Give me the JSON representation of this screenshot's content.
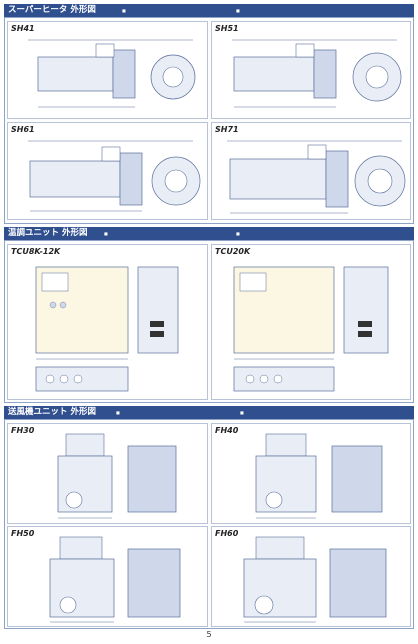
{
  "sections": [
    {
      "title": "スーパーヒータ 外形図",
      "note_left": "■",
      "note_right": "■"
    },
    {
      "title": "温調ユニット 外形図",
      "note_left": "■",
      "note_right": "■"
    },
    {
      "title": "送風機ユニット 外形図",
      "note_left": "■",
      "note_right": "■"
    }
  ],
  "heater_models": [
    "SH41",
    "SH51",
    "SH61",
    "SH71"
  ],
  "control_models": [
    "TCU8K-12K",
    "TCU20K"
  ],
  "blower_models": [
    "FH30",
    "FH40",
    "FH50",
    "FH60"
  ],
  "page_number": "5",
  "colors": {
    "band": "#2f4f8f",
    "line": "#5a6f99",
    "fill": "#e8edf6",
    "unit": "#fbf7e2",
    "accent": "#cfd8ea"
  }
}
